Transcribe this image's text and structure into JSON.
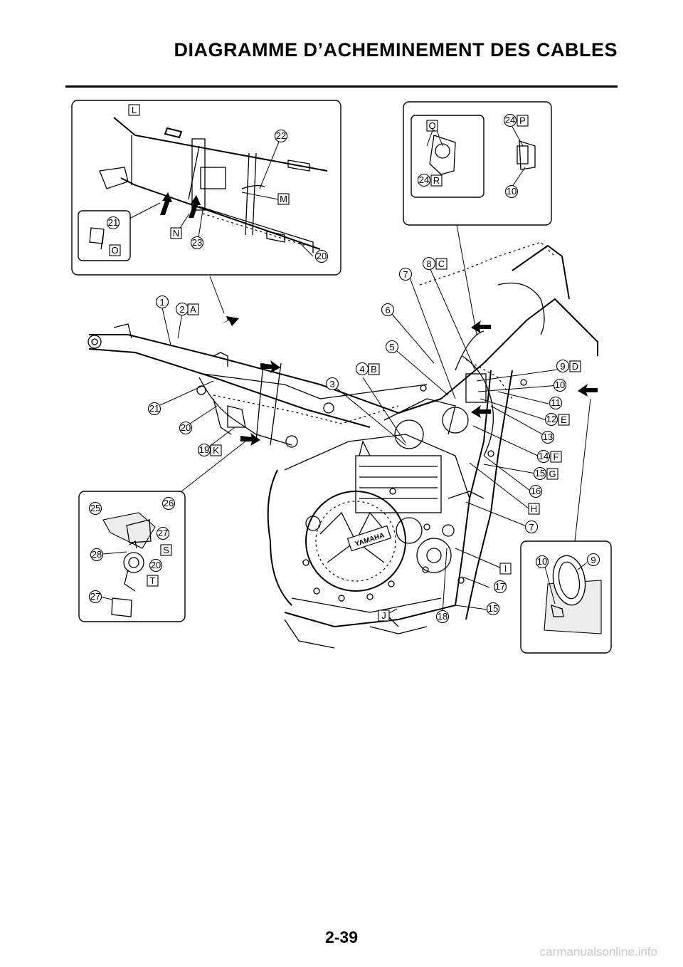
{
  "header": {
    "title": "DIAGRAMME D’ACHEMINEMENT DES CABLES"
  },
  "footer": {
    "page_number": "2-39",
    "watermark": "carmanualsonline.info"
  },
  "figure": {
    "brand_mark": "YAMAHA",
    "callouts": {
      "c1": "1",
      "c2": "2",
      "c3": "3",
      "c4": "4",
      "c5": "5",
      "c6": "6",
      "c7": "7",
      "c8": "8",
      "c9": "9",
      "c10": "10",
      "c11": "11",
      "c12": "12",
      "c13": "13",
      "c14": "14",
      "c15": "15",
      "c16": "16",
      "c17": "17",
      "c18": "18",
      "c19": "19",
      "c20": "20",
      "c21": "21",
      "c22": "22",
      "c23": "23",
      "c24": "24",
      "c25": "25",
      "c26": "26",
      "c27": "27",
      "c28": "28"
    },
    "letters": {
      "A": "A",
      "B": "B",
      "C": "C",
      "D": "D",
      "E": "E",
      "F": "F",
      "G": "G",
      "H": "H",
      "I": "I",
      "J": "J",
      "K": "K",
      "L": "L",
      "M": "M",
      "N": "N",
      "O": "O",
      "P": "P",
      "Q": "Q",
      "R": "R",
      "S": "S",
      "T": "T"
    }
  }
}
